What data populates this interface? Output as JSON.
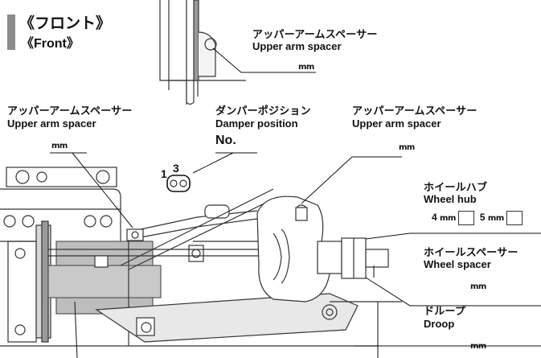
{
  "header": {
    "title_jp": "《フロント》",
    "title_en": "《Front》",
    "accent_color": "#8c8c8c"
  },
  "top_spacer": {
    "label_jp": "アッパーアームスペーサー",
    "label_en": "Upper arm spacer",
    "unit": "mm"
  },
  "left_spacer": {
    "label_jp": "アッパーアームスペーサー",
    "label_en": "Upper arm spacer",
    "unit": "mm"
  },
  "damper": {
    "label_jp": "ダンパーポジション",
    "label_en": "Damper position",
    "no_label": "No.",
    "marks": [
      "1",
      "3"
    ]
  },
  "right_spacer": {
    "label_jp": "アッパーアームスペーサー",
    "label_en": "Upper arm spacer",
    "unit": "mm"
  },
  "wheel_hub": {
    "label_jp": "ホイールハブ",
    "label_en": "Wheel hub",
    "options": [
      {
        "value": "4",
        "unit": "mm"
      },
      {
        "value": "5",
        "unit": "mm"
      }
    ]
  },
  "wheel_spacer": {
    "label_jp": "ホイールスペーサー",
    "label_en": "Wheel spacer",
    "unit": "mm"
  },
  "droop": {
    "label_jp": "ドループ",
    "label_en": "Droop",
    "unit": "mm"
  }
}
